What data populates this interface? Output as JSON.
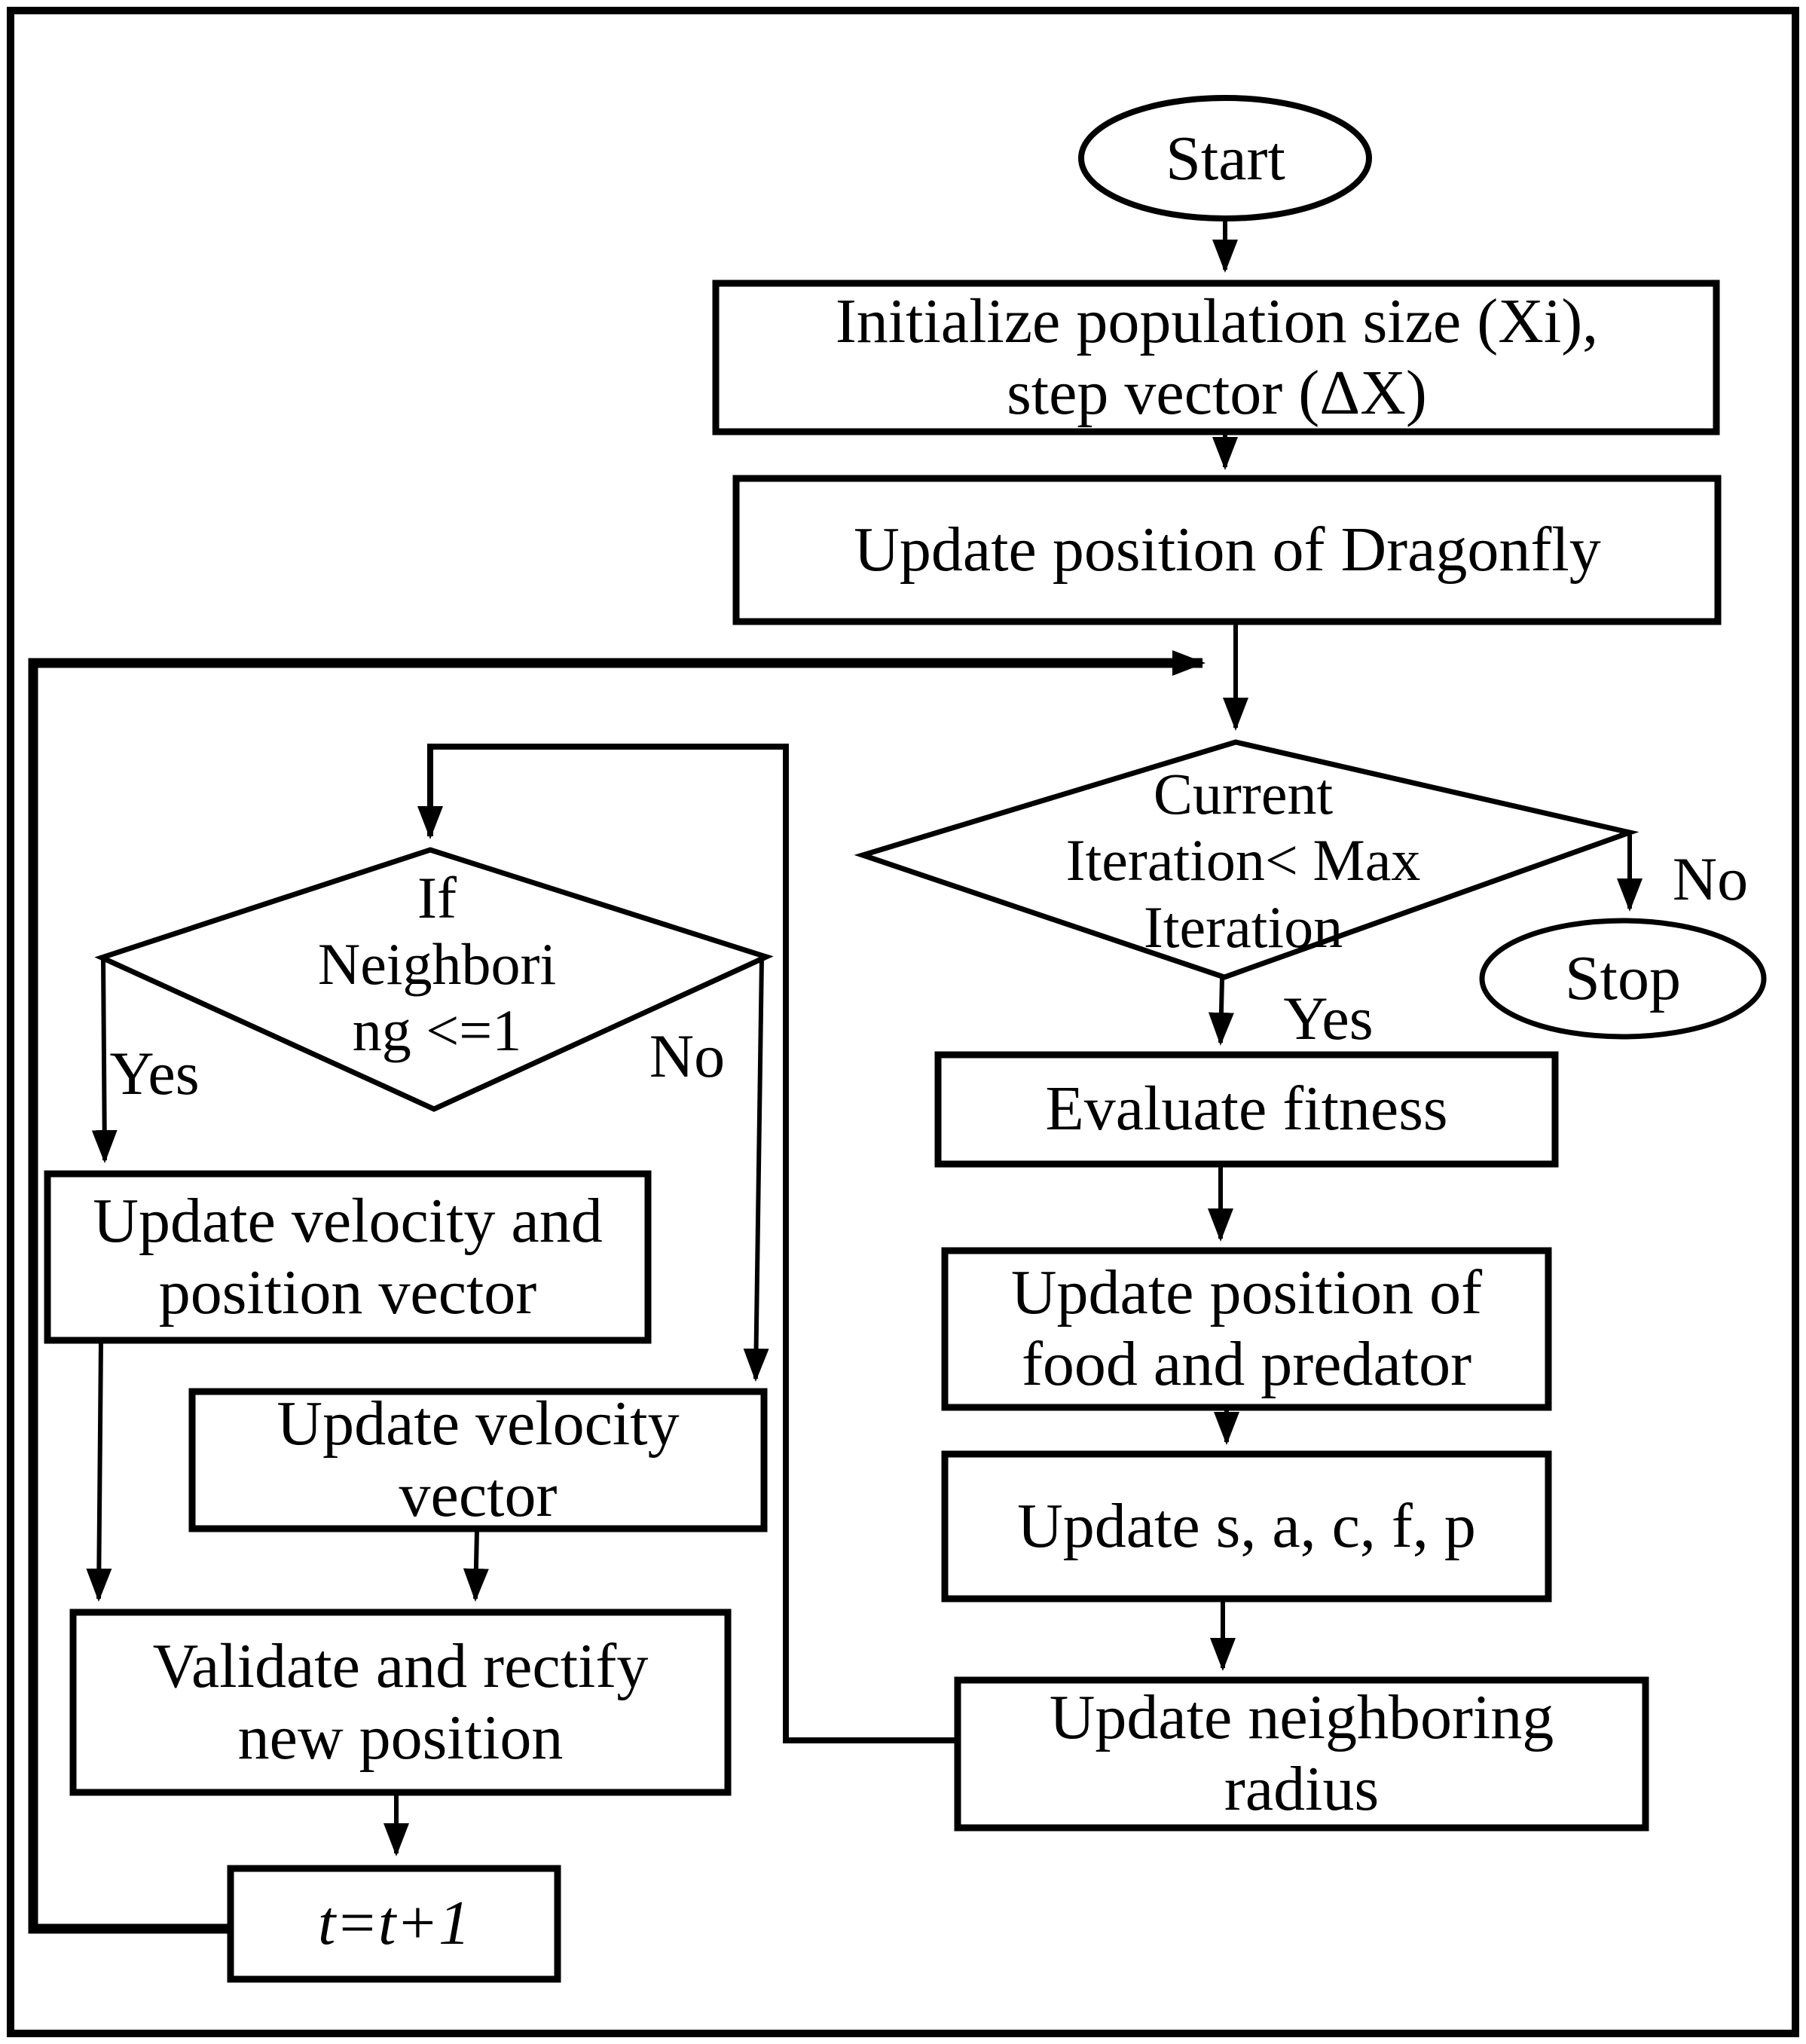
{
  "page": {
    "background": "#ffffff",
    "ink": "#000000"
  },
  "nodes": {
    "start": {
      "label": "Start"
    },
    "initialize": {
      "line1": "Initialize population size (Xi),",
      "line2": "step vector (ΔX)"
    },
    "update_dragonfly": {
      "label": "Update position of Dragonfly"
    },
    "iteration_check": {
      "line1": "Current",
      "line2": "Iteration< Max",
      "line3": "Iteration"
    },
    "stop": {
      "label": "Stop"
    },
    "evaluate_fitness": {
      "label": "Evaluate fitness"
    },
    "update_food_predator": {
      "line1": "Update position of",
      "line2": "food and predator"
    },
    "update_sacfp": {
      "label": "Update s, a, c, f, p"
    },
    "update_radius": {
      "line1": "Update neighboring",
      "line2": "radius"
    },
    "neighboring_check": {
      "line1": "If",
      "line2": "Neighbori",
      "line3": "ng <=1"
    },
    "update_velocity_position": {
      "line1": "Update velocity and",
      "line2": "position vector"
    },
    "update_velocity": {
      "line1": "Update velocity",
      "line2": "vector"
    },
    "validate_position": {
      "line1": "Validate and rectify",
      "line2": "new position"
    },
    "increment_t": {
      "label": "t=t+1"
    }
  },
  "edge_labels": {
    "iteration_no": "No",
    "iteration_yes": "Yes",
    "neighboring_yes": "Yes",
    "neighboring_no": "No"
  }
}
